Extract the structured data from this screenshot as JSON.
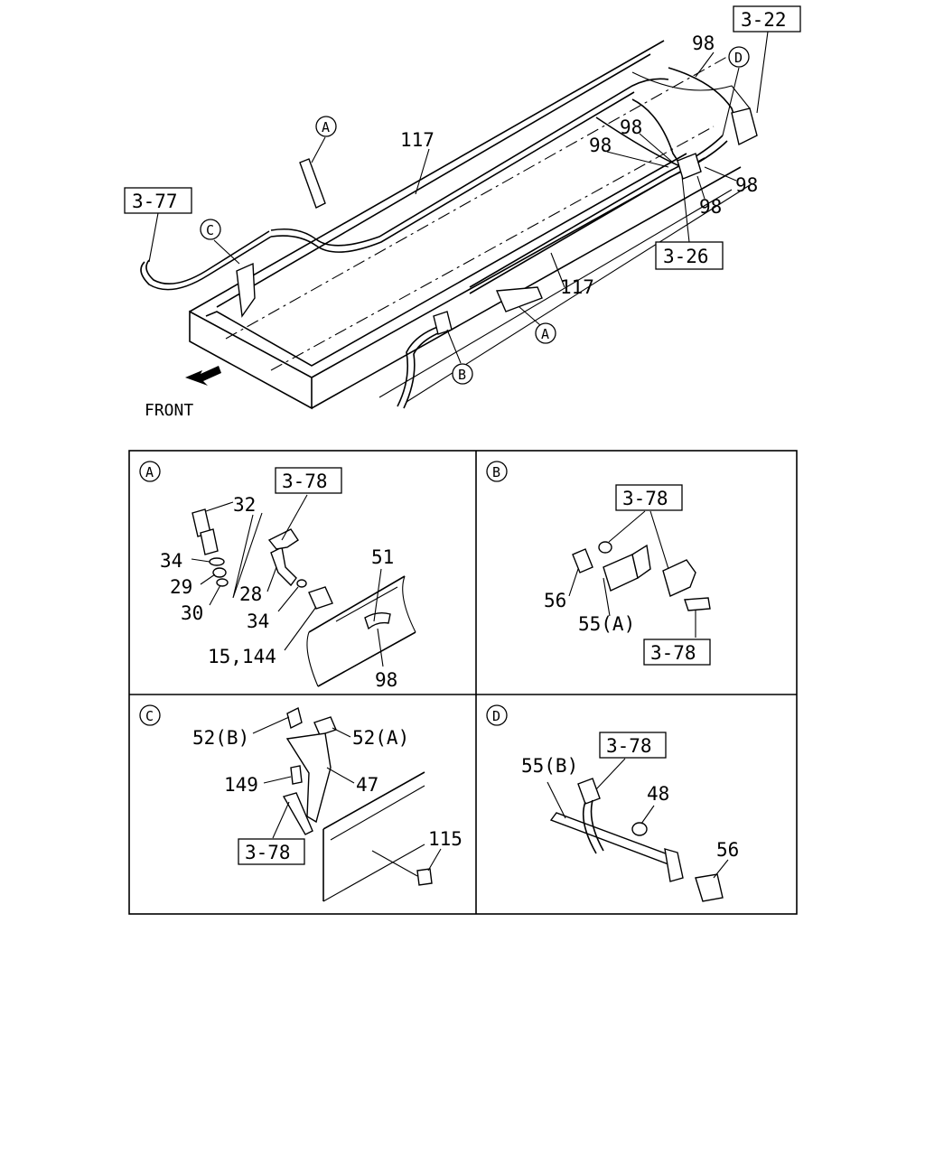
{
  "overview": {
    "front_label": "FRONT",
    "ref_boxes": [
      "3-22",
      "3-77",
      "3-26"
    ],
    "part_labels": [
      "98",
      "98",
      "98",
      "98",
      "98",
      "117",
      "117"
    ],
    "detail_markers": [
      "A",
      "C",
      "D",
      "A",
      "B"
    ]
  },
  "panels": {
    "A": {
      "marker": "A",
      "ref_box": "3-78",
      "labels": [
        "32",
        "34",
        "29",
        "30",
        "28",
        "34",
        "15,144",
        "51",
        "98"
      ]
    },
    "B": {
      "marker": "B",
      "ref_boxes": [
        "3-78",
        "3-78"
      ],
      "labels": [
        "56",
        "55(A)"
      ]
    },
    "C": {
      "marker": "C",
      "ref_box": "3-78",
      "labels": [
        "52(B)",
        "52(A)",
        "149",
        "47",
        "115"
      ]
    },
    "D": {
      "marker": "D",
      "ref_box": "3-78",
      "labels": [
        "55(B)",
        "48",
        "56"
      ]
    }
  }
}
